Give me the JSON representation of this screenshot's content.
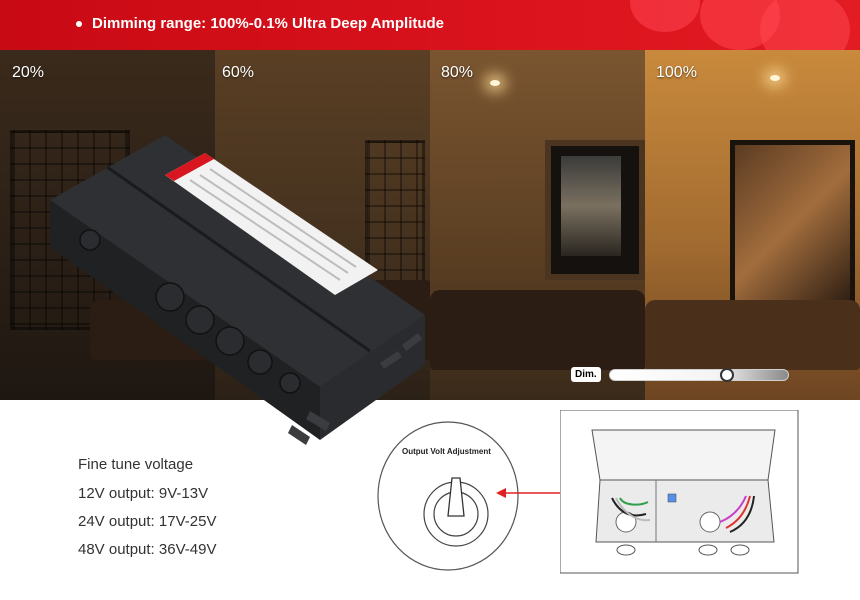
{
  "banner": {
    "text": "Dimming range: 100%-0.1% Ultra Deep Amplitude",
    "color": "#d9121c"
  },
  "zones": [
    {
      "label": "20%"
    },
    {
      "label": "60%"
    },
    {
      "label": "80%"
    },
    {
      "label": "100%"
    }
  ],
  "dim_slider": {
    "label": "Dim.",
    "level_fraction": 0.66
  },
  "fine_tune": {
    "title": "Fine tune voltage",
    "lines": [
      "12V output: 9V-13V",
      "24V output: 17V-25V",
      "48V output: 36V-49V"
    ]
  },
  "diagram": {
    "knob_label": "Output Volt Adjustment",
    "arrow_color": "#e02020"
  }
}
